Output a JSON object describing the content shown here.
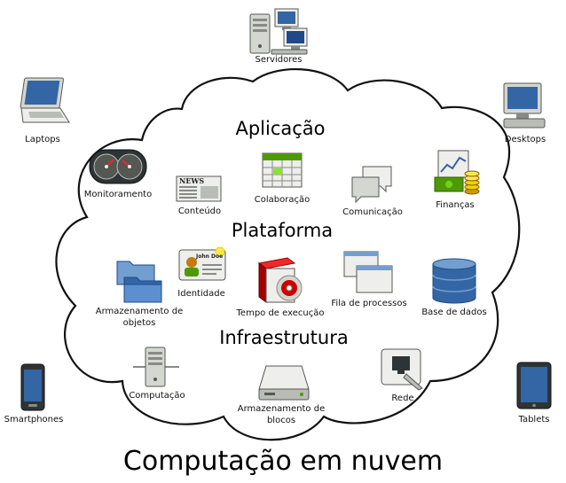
{
  "title": "Computação em nuvem",
  "sections": {
    "application": "Aplicação",
    "platform": "Plataforma",
    "infrastructure": "Infraestrutura"
  },
  "devices": {
    "servers": "Servidores",
    "laptops": "Laptops",
    "desktops": "Desktops",
    "smartphones": "Smartphones",
    "tablets": "Tablets"
  },
  "application": {
    "monitoring": "Monitoramento",
    "content": "Conteúdo",
    "collaboration": "Colaboração",
    "communication": "Comunicação",
    "finance": "Finanças"
  },
  "platform": {
    "identity": "Identidade",
    "identity_card_text": "John Doe",
    "object_storage": "Armazenamento de objetos",
    "runtime": "Tempo de execução",
    "queue": "Fila de processos",
    "database": "Base de dados"
  },
  "infrastructure": {
    "compute": "Computação",
    "block_storage": "Armazenamento de blocos",
    "network": "Rede"
  },
  "news_icon_text": "NEWS",
  "colors": {
    "cloud_stroke": "#111111",
    "blue": "#3465a4",
    "green": "#4e9a06",
    "gold": "#edd400",
    "red": "#cc0000"
  }
}
